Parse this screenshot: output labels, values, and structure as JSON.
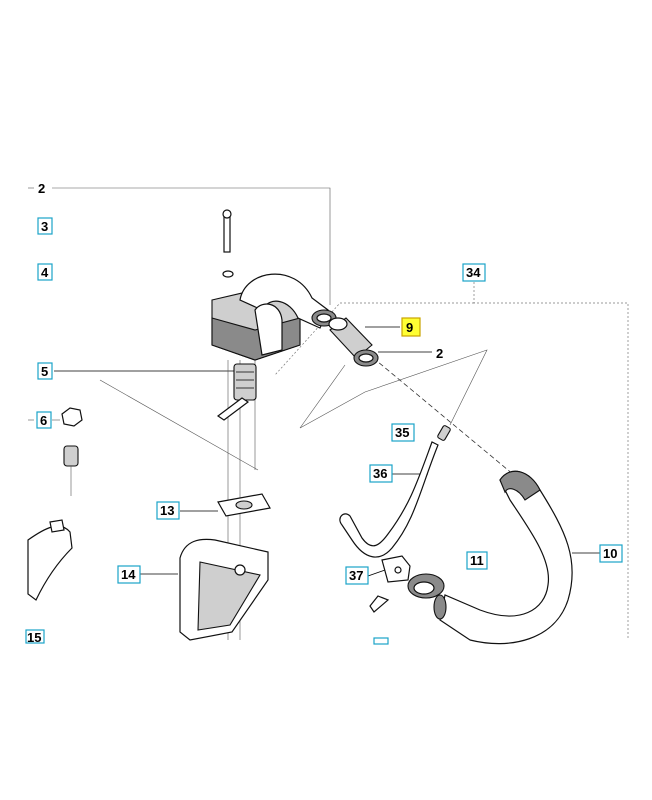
{
  "diagram": {
    "callouts": [
      {
        "id": "c2a",
        "text": "2",
        "boxed": false
      },
      {
        "id": "c3",
        "text": "3",
        "boxed": true
      },
      {
        "id": "c4",
        "text": "4",
        "boxed": true
      },
      {
        "id": "c5",
        "text": "5",
        "boxed": true
      },
      {
        "id": "c6",
        "text": "6",
        "boxed": true
      },
      {
        "id": "c13",
        "text": "13",
        "boxed": true
      },
      {
        "id": "c14",
        "text": "14",
        "boxed": true
      },
      {
        "id": "c15",
        "text": "15",
        "boxed": true
      },
      {
        "id": "c34",
        "text": "34",
        "boxed": true
      },
      {
        "id": "c9",
        "text": "9",
        "boxed": true,
        "highlighted": true
      },
      {
        "id": "c2b",
        "text": "2",
        "boxed": false
      },
      {
        "id": "c35",
        "text": "35",
        "boxed": true
      },
      {
        "id": "c36",
        "text": "36",
        "boxed": true
      },
      {
        "id": "c11",
        "text": "11",
        "boxed": true
      },
      {
        "id": "c10",
        "text": "10",
        "boxed": true
      },
      {
        "id": "c37",
        "text": "37",
        "boxed": true
      }
    ],
    "colors": {
      "callout_box": "#1aa3c9",
      "highlight_fill": "#ffff33",
      "line": "#000000"
    }
  }
}
